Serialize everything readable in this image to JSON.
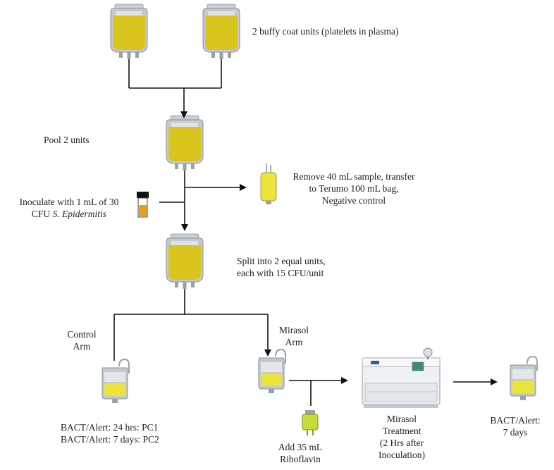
{
  "labels": {
    "buffy_coat": "2 buffy coat units (platelets in plasma)",
    "pool": "Pool 2 units",
    "inoculate_line1": "Inoculate with 1 mL of 30",
    "inoculate_line2_prefix": "CFU ",
    "inoculate_line2_species": "S. Epidermitis",
    "remove_line1": "Remove 40 mL sample, transfer",
    "remove_line2": "to Terumo 100 mL bag,",
    "remove_line3": "Negative control",
    "split_line1": "Split into 2 equal units,",
    "split_line2": "each with 15 CFU/unit",
    "control_line1": "Control",
    "control_line2": "Arm",
    "mirasol_line1": "Mirasol",
    "mirasol_line2": "Arm",
    "bact_control_line1": "BACT/Alert:  24 hrs: PC1",
    "bact_control_line2": "BACT/Alert:  7 days: PC2",
    "riboflavin_line1": "Add 35 mL",
    "riboflavin_line2": "Riboflavin",
    "treatment_line1": "Mirasol",
    "treatment_line2": "Treatment",
    "treatment_line3": "(2  Hrs after",
    "treatment_line4": "Inoculation)",
    "bact_final_line1": "BACT/Alert:",
    "bact_final_line2": "7 days"
  },
  "colors": {
    "platelet_yellow": "#d9c51e",
    "bag_gray": "#b9bfc6",
    "riboflavin_green": "#c8dc3c",
    "line": "#111111"
  }
}
